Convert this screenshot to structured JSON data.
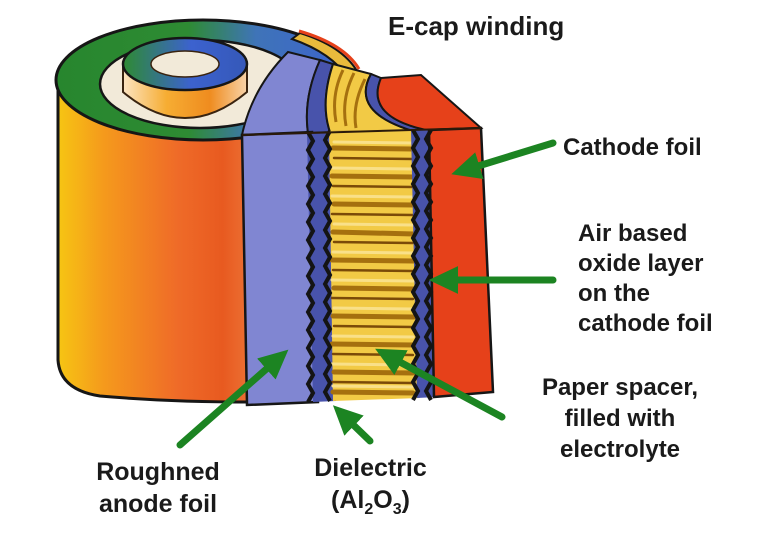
{
  "title": "E-cap winding",
  "labels": {
    "cathode": {
      "text": "Cathode foil"
    },
    "oxide": {
      "lines": [
        "Air based",
        "oxide layer",
        "on the",
        "cathode foil"
      ]
    },
    "paper": {
      "lines": [
        "Paper spacer,",
        "filled with",
        "electrolyte"
      ]
    },
    "anode": {
      "lines": [
        "Roughned",
        "anode foil"
      ]
    },
    "dielectric": {
      "name": "Dielectric",
      "formula": {
        "open": "(Al",
        "sub1": "2",
        "mid": "O",
        "sub2": "3",
        "close": ")"
      }
    }
  },
  "colors": {
    "background": "#ffffff",
    "text": "#1a1a1a",
    "outline": "#161616",
    "arrow_green": "#1c8422",
    "anode_purple": "#8086d2",
    "dielectric_blue": "#4853ab",
    "paper_yellow": "#f2ca45",
    "paper_stripe_brown": "#a5700f",
    "cathode_red": "#e6411a",
    "roll_top_green": "#2e8b33",
    "roll_wrap_blue": "#3c62cf",
    "body_orange": "#ef6b28",
    "body_yellow": "#f6c513"
  }
}
